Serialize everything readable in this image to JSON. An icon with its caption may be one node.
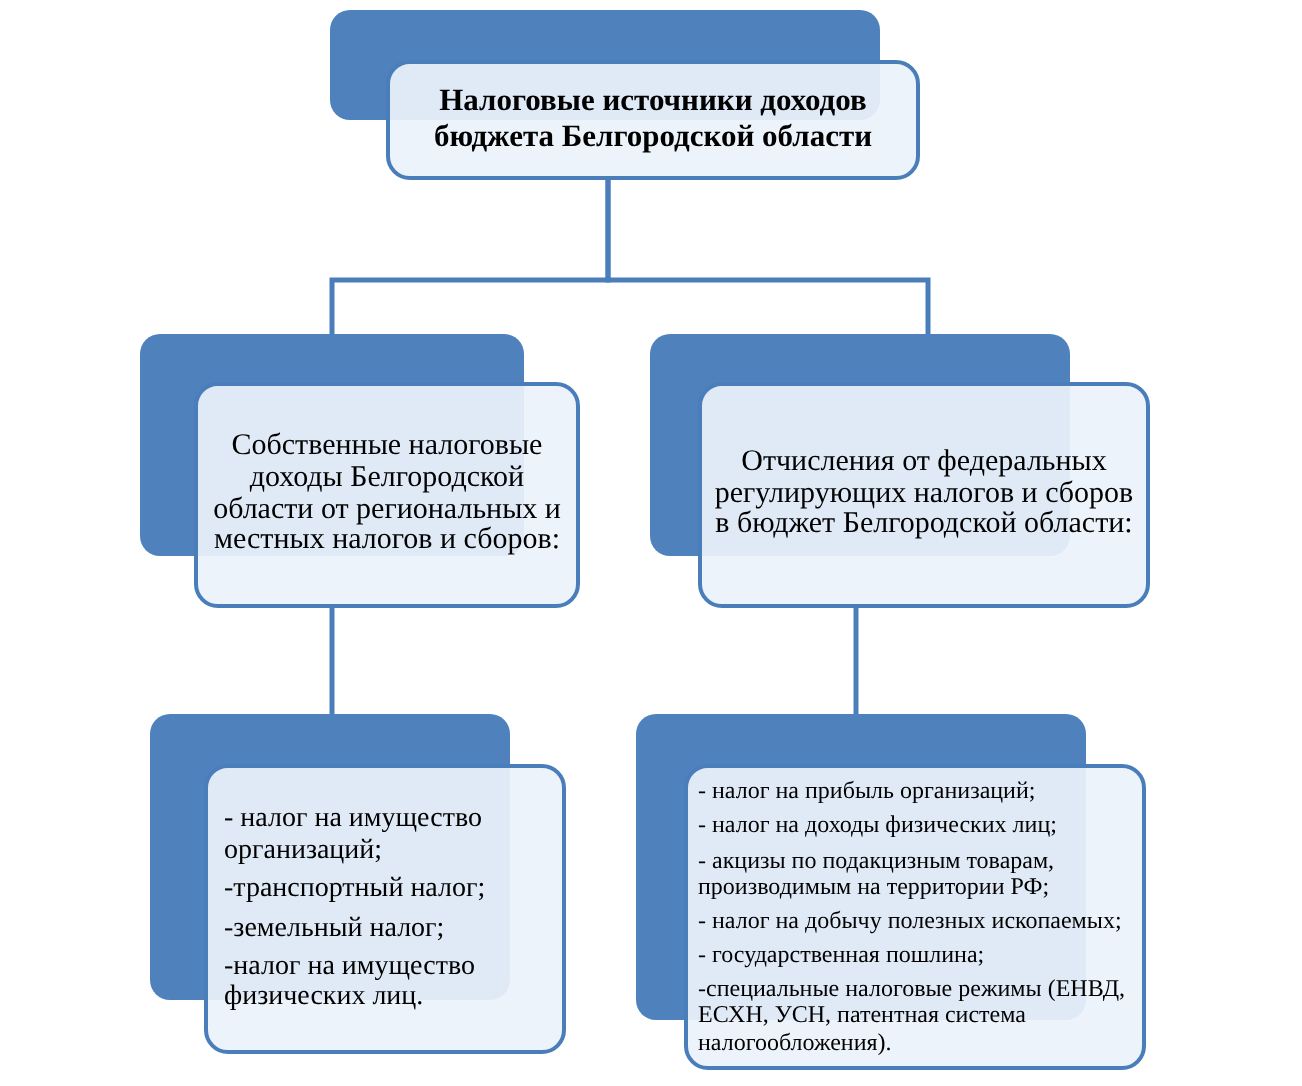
{
  "diagram": {
    "nodes": [
      {
        "text": [
          "Налоговые источники доходов бюджета Белгородской области"
        ]
      },
      {
        "text": [
          "Собственные налоговые доходы Белгородской области от региональных и местных налогов и сборов:"
        ]
      },
      {
        "text": [
          "Отчисления от федеральных регулирующих налогов и сборов в бюджет Белгородской области:"
        ]
      },
      {
        "text": [
          "- налог на имущество организаций;",
          "-транспортный налог;",
          "-земельный налог;",
          "-налог на имущество физических лиц."
        ]
      },
      {
        "text": [
          "- налог на прибыль организаций;",
          "- налог на доходы физических лиц;",
          "- акцизы по подакцизным товарам, производимым на территории РФ;",
          "- налог на добычу полезных ископаемых;",
          "- государственная пошлина;",
          "-специальные налоговые режимы (ЕНВД, ЕСХН, УСН, патентная система налогообложения)."
        ]
      }
    ],
    "edges": [
      {
        "from": 0,
        "to": 1,
        "arrow": "none"
      },
      {
        "from": 0,
        "to": 2,
        "arrow": "none"
      },
      {
        "from": 1,
        "to": 3,
        "arrow": "none"
      },
      {
        "from": 2,
        "to": 4,
        "arrow": "none"
      }
    ]
  }
}
